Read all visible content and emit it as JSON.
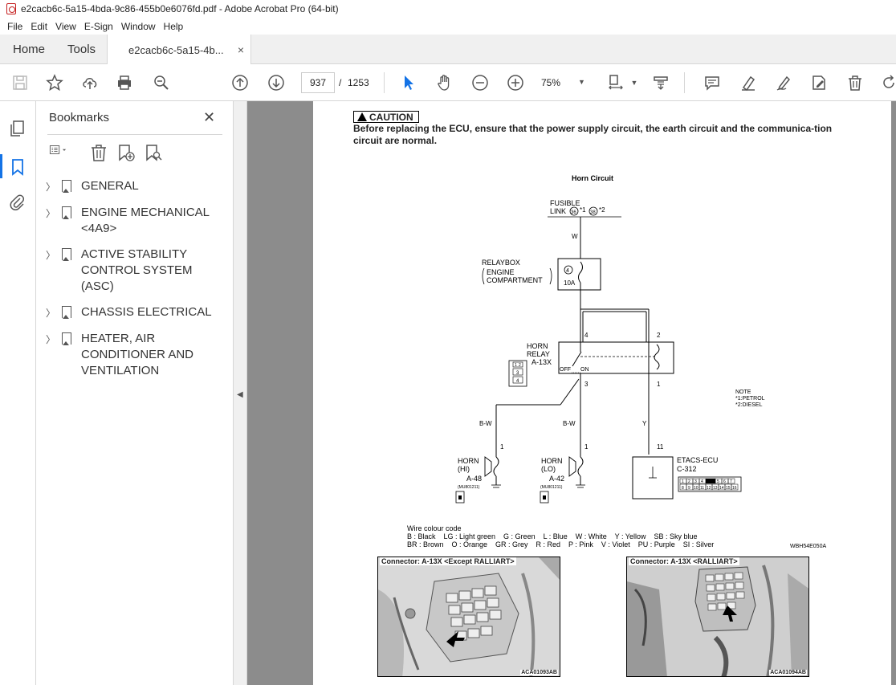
{
  "window": {
    "title": "e2cacb6c-5a15-4bda-9c86-455b0e6076fd.pdf - Adobe Acrobat Pro (64-bit)"
  },
  "menu": [
    "File",
    "Edit",
    "View",
    "E-Sign",
    "Window",
    "Help"
  ],
  "tabs": {
    "home": "Home",
    "tools": "Tools",
    "doc": "e2cacb6c-5a15-4b...",
    "close": "×"
  },
  "toolbar": {
    "page_current": "937",
    "page_sep": "/",
    "page_total": "1253",
    "zoom": "75%"
  },
  "bookmarks": {
    "title": "Bookmarks",
    "close": "✕",
    "items": [
      {
        "label": "GENERAL"
      },
      {
        "label": "ENGINE MECHANICAL\n<4A9>"
      },
      {
        "label": "ACTIVE STABILITY\nCONTROL SYSTEM (ASC)"
      },
      {
        "label": "CHASSIS ELECTRICAL"
      },
      {
        "label": "HEATER, AIR\nCONDITIONER AND\nVENTILATION"
      }
    ]
  },
  "document": {
    "caution_label": "CAUTION",
    "caution_text": "Before replacing the ECU, ensure that the power supply circuit, the earth circuit and the communica-tion circuit are normal.",
    "diagram": {
      "title": "Horn Circuit",
      "fusible_1": "FUSIBLE",
      "fusible_2": "LINK",
      "fusible_a": "36",
      "fusible_a_note": "*1",
      "fusible_b": "38",
      "fusible_b_note": "*2",
      "wire_w": "W",
      "relaybox_1": "RELAYBOX",
      "relaybox_2": "ENGINE",
      "relaybox_3": "COMPARTMENT",
      "fuse_no": "4",
      "fuse_rating": "10A",
      "pin_4": "4",
      "pin_2": "2",
      "horn_relay_1": "HORN",
      "horn_relay_2": "RELAY",
      "horn_relay_3": "A-13X",
      "relay_off": "OFF",
      "relay_on": "ON",
      "pin_3": "3",
      "pin_1": "1",
      "wire_bw_1": "B-W",
      "wire_bw_2": "B-W",
      "wire_y": "Y",
      "pin_hi": "1",
      "pin_lo": "1",
      "pin_11": "11",
      "horn_hi_1": "HORN",
      "horn_hi_2": "(HI)",
      "horn_hi_3": "A-48",
      "horn_hi_4": "(MU801211)",
      "horn_lo_1": "HORN",
      "horn_lo_2": "(LO)",
      "horn_lo_3": "A-42",
      "horn_lo_4": "(MU801211)",
      "etacs_1": "ETACS-ECU",
      "etacs_2": "C-312",
      "note_title": "NOTE",
      "note_1": "*1:PETROL",
      "note_2": "*2:DIESEL",
      "conn_pins": [
        "1",
        "2",
        "3",
        "4"
      ],
      "ecu_pins_top": [
        "1",
        "2",
        "3",
        "4",
        "",
        "5",
        "6",
        "7"
      ],
      "ecu_pins_bottom": [
        "8",
        "9",
        "10",
        "11",
        "12",
        "13",
        "14",
        "15",
        "16"
      ]
    },
    "wire_code": {
      "title": "Wire colour code",
      "row1": "B : Black    LG : Light green    G : Green    L : Blue    W : White    Y : Yellow    SB : Sky blue",
      "row2": "BR : Brown    O : Orange    GR : Grey    R : Red    P : Pink    V : Violet    PU : Purple    SI : Silver",
      "code": "WBH54E050A"
    },
    "photo_left": {
      "caption": "Connector: A-13X <Except RALLIART>",
      "code": "ACA01093AB"
    },
    "photo_right": {
      "caption": "Connector: A-13X <RALLIART>",
      "code": "ACA01094AB"
    }
  }
}
